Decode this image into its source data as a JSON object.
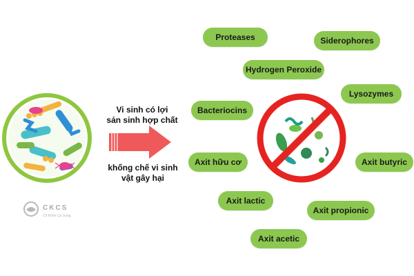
{
  "colors": {
    "pill": "#8cc850",
    "arrow": "#f0595a",
    "prohibition": "#e52421",
    "petri_dish": "#8fc63f"
  },
  "caption": {
    "top_line1": "Vi sinh có lợi",
    "top_line2": "sản sinh hợp chất",
    "bottom_line1": "khống chế vi sinh",
    "bottom_line2": "vật gây hại"
  },
  "compounds": [
    "Proteases",
    "Siderophores",
    "Hydrogen Peroxide",
    "Lysozymes",
    "Bacteriocins",
    "Axit hữu cơ",
    "Axit butyric",
    "Axit lactic",
    "Axit propionic",
    "Axit acetic"
  ],
  "logo": {
    "letters": "CKCS",
    "tagline": "Cô Khỏe Cá Sung"
  },
  "icons": {
    "beneficial": "beneficial-microbes-dish-icon",
    "harmful": "harmful-microbes-prohibited-icon",
    "arrow": "right-arrow-icon",
    "logo": "ckcs-logo-icon"
  }
}
